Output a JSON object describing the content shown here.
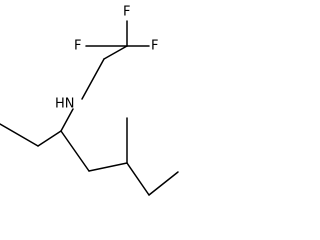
{
  "molecule": {
    "atoms": [
      {
        "id": "f1",
        "label": "F"
      },
      {
        "id": "f2",
        "label": "F"
      },
      {
        "id": "f3",
        "label": "F"
      },
      {
        "id": "nh",
        "label": "HN"
      }
    ],
    "colors": {
      "bond": "#000000",
      "label": "#000000",
      "background": "#ffffff"
    }
  }
}
